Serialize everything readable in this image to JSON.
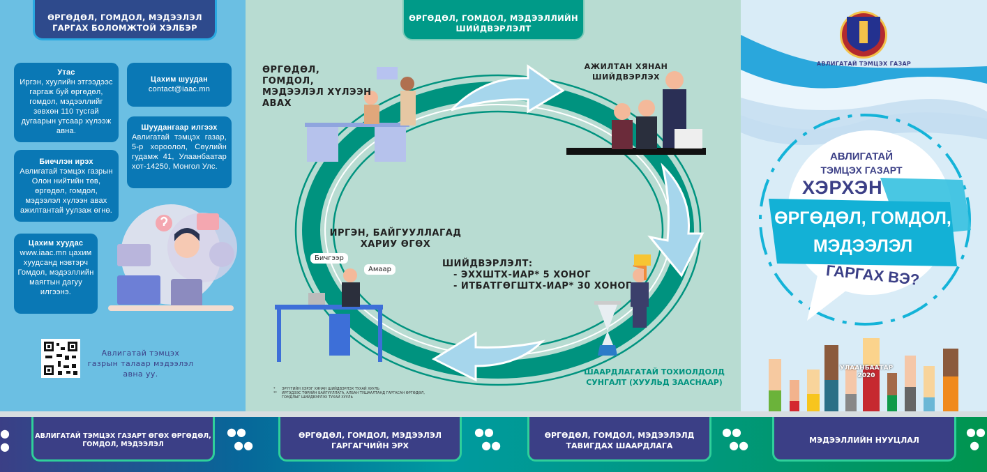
{
  "left": {
    "header": "ӨРГӨДӨЛ, ГОМДОЛ, МЭДЭЭЛЭЛ ГАРГАХ БОЛОМЖТОЙ ХЭЛБЭР",
    "cards": [
      {
        "title": "Утас",
        "text": "Иргэн, хуулийн этгээдээс гаргаж буй өргөдөл, гомдол, мэдээллийг зөвхөн 110 тусгай дугаарын утсаар хүлээж авна."
      },
      {
        "title": "Цахим шуудан",
        "text": "contact@iaac.mn"
      },
      {
        "title": "Шуудангаар илгээх",
        "text": "Авлигатай тэмцэх газар, 5-р хороолол, Сөүлийн гудамж 41, Улаанбаатар хот-14250, Монгол Улс."
      },
      {
        "title": "Биечлэн ирэх",
        "text": "Авлигатай тэмцэх газрын Олон нийтийн төв, өргөдөл, гомдол, мэдээлэл хүлээн авах ажилтантай уулзаж өгнө."
      },
      {
        "title": "Цахим хуудас",
        "text": "www.iaac.mn цахим хуудсанд нэвтэрч Гомдол, мэдээллийн маягтын дагуу илгээнэ."
      }
    ],
    "qr_caption": "Авлигатай тэмцэх газрын талаар мэдээлэл авна уу."
  },
  "middle": {
    "header": "ӨРГӨДӨЛ, ГОМДОЛ, МЭДЭЭЛЛИЙН ШИЙДВЭРЛЭЛТ",
    "step_receive": "ӨРГӨДӨЛ, ГОМДОЛ, МЭДЭЭЛЭЛ ХҮЛЭЭН АВАХ",
    "step_review": "АЖИЛТАН ХЯНАН ШИЙДВЭРЛЭХ",
    "step_reply": "ИРГЭН, БАЙГУУЛЛАГАД ХАРИУ ӨГӨХ",
    "bubble_written": "Бичгээр",
    "bubble_oral": "Амаар",
    "resolution_title": "ШИЙДВЭРЛЭЛТ:",
    "resolution_items": [
      "- ЭХХШТХ-ИАР* 5 ХОНОГ",
      "- ИТБАТГӨГШТХ-ИАР* 30 ХОНОГ"
    ],
    "extension": "ШААРДЛАГАТАЙ ТОХИОЛДОЛД СУНГАЛТ (ХУУЛЬД ЗААСНААР)",
    "footnotes": [
      {
        "mark": "*",
        "text": "ЭРҮҮГИЙН ХЭРЭГ ХЯНАН ШИЙДВЭРЛЭХ ТУХАЙ ХУУЛЬ"
      },
      {
        "mark": "**",
        "text": "ИРГЭДЭЭС ТӨРИЙН БАЙГУУЛЛАГА, АЛБАН ТУШААЛТАНД ГАРГАСАН ӨРГӨДӨЛ, ГОМДЛЫГ ШИЙДВЭРЛЭХ ТУХАЙ ХУУЛЬ"
      }
    ],
    "colors": {
      "ring": "#00937f",
      "arrow": "#a6d6ec"
    }
  },
  "right": {
    "logo_text": "АВЛИГАТАЙ ТЭМЦЭХ ГАЗАР",
    "title_line1": "АВЛИГАТАЙ",
    "title_line2": "ТЭМЦЭХ ГАЗАРТ",
    "title_line3": "ХЭРХЭН",
    "title_banner1": "ӨРГӨДӨЛ, ГОМДОЛ,",
    "title_banner2": "МЭДЭЭЛЭЛ",
    "title_line4": "ГАРГАХ ВЭ?",
    "city": "УЛААНБААТАР",
    "year": "2020"
  },
  "bottom": {
    "tabs": [
      "АВЛИГАТАЙ ТЭМЦЭХ ГАЗАРТ ӨГӨХ ӨРГӨДӨЛ, ГОМДОЛ, МЭДЭЭЛЭЛ",
      "ӨРГӨДӨЛ, ГОМДОЛ, МЭДЭЭЛЭЛ ГАРГАГЧИЙН ЭРХ",
      "ӨРГӨДӨЛ, ГОМДОЛ, МЭДЭЭЛЭЛД ТАВИГДАХ ШААРДЛАГА",
      "МЭДЭЭЛЛИЙН НУУЦЛАЛ"
    ]
  }
}
